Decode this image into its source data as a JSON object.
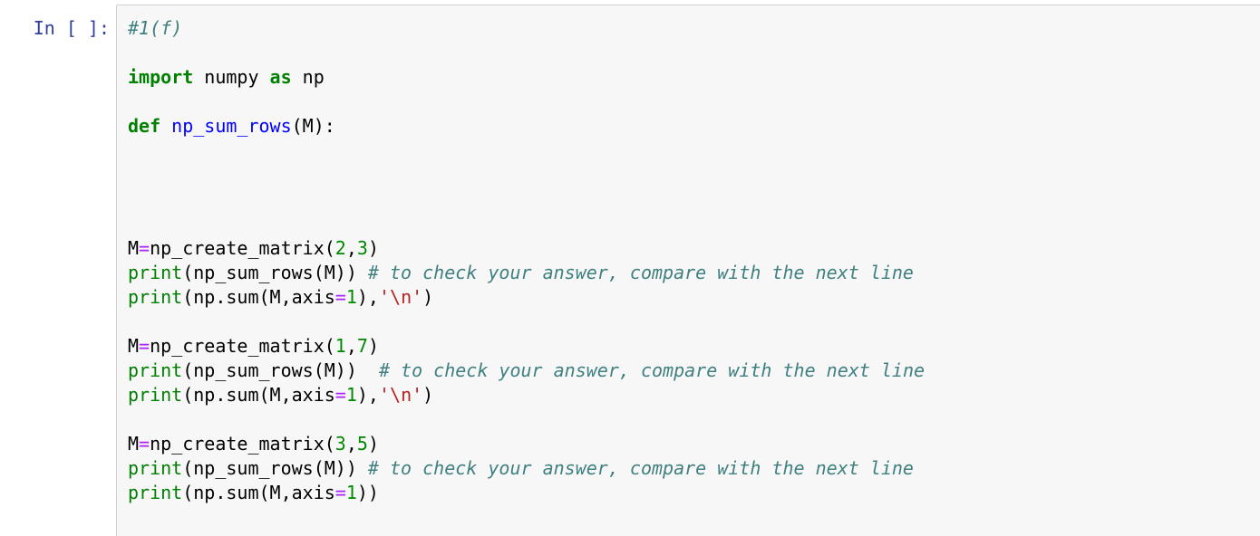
{
  "page": {
    "background": "#ffffff"
  },
  "cell": {
    "prompt": "In [ ]:",
    "prompt_color": "#303F9F",
    "input_background": "#f7f7f7",
    "input_border_color": "#cfcfcf"
  },
  "code": {
    "token_colors": {
      "comment": "#408080",
      "keyword": "#008000",
      "builtin": "#008000",
      "number": "#008800",
      "operator": "#AA22FF",
      "string": "#BA2121",
      "defname": "#0000FF",
      "plain": "#000000"
    },
    "lines": [
      [
        {
          "type": "comment",
          "text": "#1(f)"
        }
      ],
      [],
      [
        {
          "type": "keyword",
          "text": "import"
        },
        {
          "type": "plain",
          "text": " numpy "
        },
        {
          "type": "keyword",
          "text": "as"
        },
        {
          "type": "plain",
          "text": " np"
        }
      ],
      [],
      [
        {
          "type": "keyword",
          "text": "def"
        },
        {
          "type": "plain",
          "text": " "
        },
        {
          "type": "defname",
          "text": "np_sum_rows"
        },
        {
          "type": "plain",
          "text": "(M):"
        }
      ],
      [],
      [],
      [],
      [],
      [
        {
          "type": "plain",
          "text": "M"
        },
        {
          "type": "operator",
          "text": "="
        },
        {
          "type": "plain",
          "text": "np_create_matrix("
        },
        {
          "type": "number",
          "text": "2"
        },
        {
          "type": "plain",
          "text": ","
        },
        {
          "type": "number",
          "text": "3"
        },
        {
          "type": "plain",
          "text": ")"
        }
      ],
      [
        {
          "type": "builtin",
          "text": "print"
        },
        {
          "type": "plain",
          "text": "(np_sum_rows(M)) "
        },
        {
          "type": "comment",
          "text": "# to check your answer, compare with the next line"
        }
      ],
      [
        {
          "type": "builtin",
          "text": "print"
        },
        {
          "type": "plain",
          "text": "(np.sum(M,axis"
        },
        {
          "type": "operator",
          "text": "="
        },
        {
          "type": "number",
          "text": "1"
        },
        {
          "type": "plain",
          "text": "),"
        },
        {
          "type": "string",
          "text": "'\\n'"
        },
        {
          "type": "plain",
          "text": ")"
        }
      ],
      [],
      [
        {
          "type": "plain",
          "text": "M"
        },
        {
          "type": "operator",
          "text": "="
        },
        {
          "type": "plain",
          "text": "np_create_matrix("
        },
        {
          "type": "number",
          "text": "1"
        },
        {
          "type": "plain",
          "text": ","
        },
        {
          "type": "number",
          "text": "7"
        },
        {
          "type": "plain",
          "text": ")"
        }
      ],
      [
        {
          "type": "builtin",
          "text": "print"
        },
        {
          "type": "plain",
          "text": "(np_sum_rows(M))  "
        },
        {
          "type": "comment",
          "text": "# to check your answer, compare with the next line"
        }
      ],
      [
        {
          "type": "builtin",
          "text": "print"
        },
        {
          "type": "plain",
          "text": "(np.sum(M,axis"
        },
        {
          "type": "operator",
          "text": "="
        },
        {
          "type": "number",
          "text": "1"
        },
        {
          "type": "plain",
          "text": "),"
        },
        {
          "type": "string",
          "text": "'\\n'"
        },
        {
          "type": "plain",
          "text": ")"
        }
      ],
      [],
      [
        {
          "type": "plain",
          "text": "M"
        },
        {
          "type": "operator",
          "text": "="
        },
        {
          "type": "plain",
          "text": "np_create_matrix("
        },
        {
          "type": "number",
          "text": "3"
        },
        {
          "type": "plain",
          "text": ","
        },
        {
          "type": "number",
          "text": "5"
        },
        {
          "type": "plain",
          "text": ")"
        }
      ],
      [
        {
          "type": "builtin",
          "text": "print"
        },
        {
          "type": "plain",
          "text": "(np_sum_rows(M)) "
        },
        {
          "type": "comment",
          "text": "# to check your answer, compare with the next line"
        }
      ],
      [
        {
          "type": "builtin",
          "text": "print"
        },
        {
          "type": "plain",
          "text": "(np.sum(M,axis"
        },
        {
          "type": "operator",
          "text": "="
        },
        {
          "type": "number",
          "text": "1"
        },
        {
          "type": "plain",
          "text": "))"
        }
      ]
    ]
  }
}
